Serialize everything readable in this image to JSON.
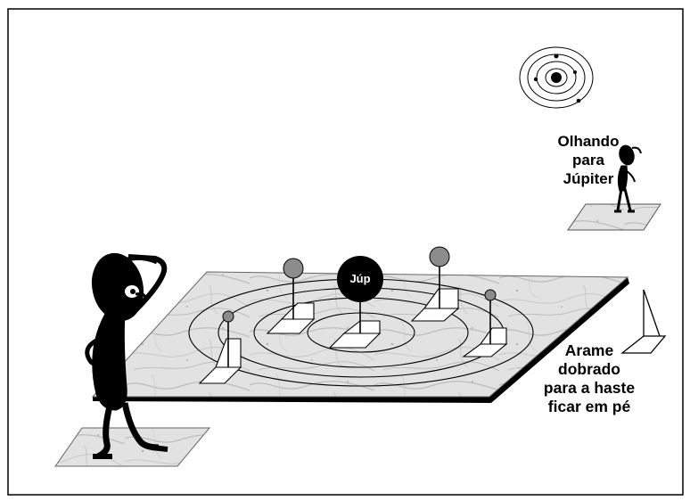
{
  "labels": {
    "looking": [
      "Olhando",
      "para",
      "Júpiter"
    ],
    "planet": "Júp",
    "wire": [
      "Arame",
      "dobrado",
      "para a haste",
      "ficar em pé"
    ]
  },
  "colors": {
    "planet_main": "#000000",
    "planet_gray": "#8c8c8c",
    "marble": "#d9d9d9",
    "ink": "#000000"
  }
}
